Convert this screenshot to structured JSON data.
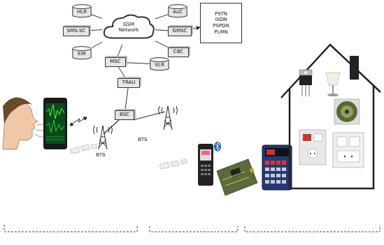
{
  "diagram": {
    "nodes": [
      {
        "text": [
          "GSM Network"
        ]
      },
      {
        "text": [
          "HLR"
        ]
      },
      {
        "text": [
          "AuC"
        ]
      },
      {
        "text": [
          "SMS-SC"
        ]
      },
      {
        "text": [
          "GMSC"
        ]
      },
      {
        "text": [
          "EIR"
        ]
      },
      {
        "text": [
          "CBC"
        ]
      },
      {
        "text": [
          "MSC"
        ]
      },
      {
        "text": [
          "VLR"
        ]
      },
      {
        "text": [
          "TRAU"
        ]
      },
      {
        "text": [
          "BSC"
        ]
      },
      {
        "text": [
          "PSTN",
          "ISDN",
          "PSPDN",
          "PLMN"
        ]
      }
    ],
    "edges": [
      {
        "from": 1,
        "to": 0,
        "arrow": "none"
      },
      {
        "from": 2,
        "to": 0,
        "arrow": "none"
      },
      {
        "from": 3,
        "to": 0,
        "arrow": "none"
      },
      {
        "from": 4,
        "to": 0,
        "arrow": "none"
      },
      {
        "from": 5,
        "to": 0,
        "arrow": "none"
      },
      {
        "from": 6,
        "to": 0,
        "arrow": "none"
      },
      {
        "from": 0,
        "to": 7,
        "arrow": "none"
      },
      {
        "from": 7,
        "to": 8,
        "arrow": "none"
      },
      {
        "from": 7,
        "to": 9,
        "arrow": "none"
      },
      {
        "from": 9,
        "to": 10,
        "arrow": "none"
      },
      {
        "from": 4,
        "to": 11,
        "arrow": "to"
      }
    ],
    "labels": [
      "BTS",
      "BTS"
    ]
  }
}
